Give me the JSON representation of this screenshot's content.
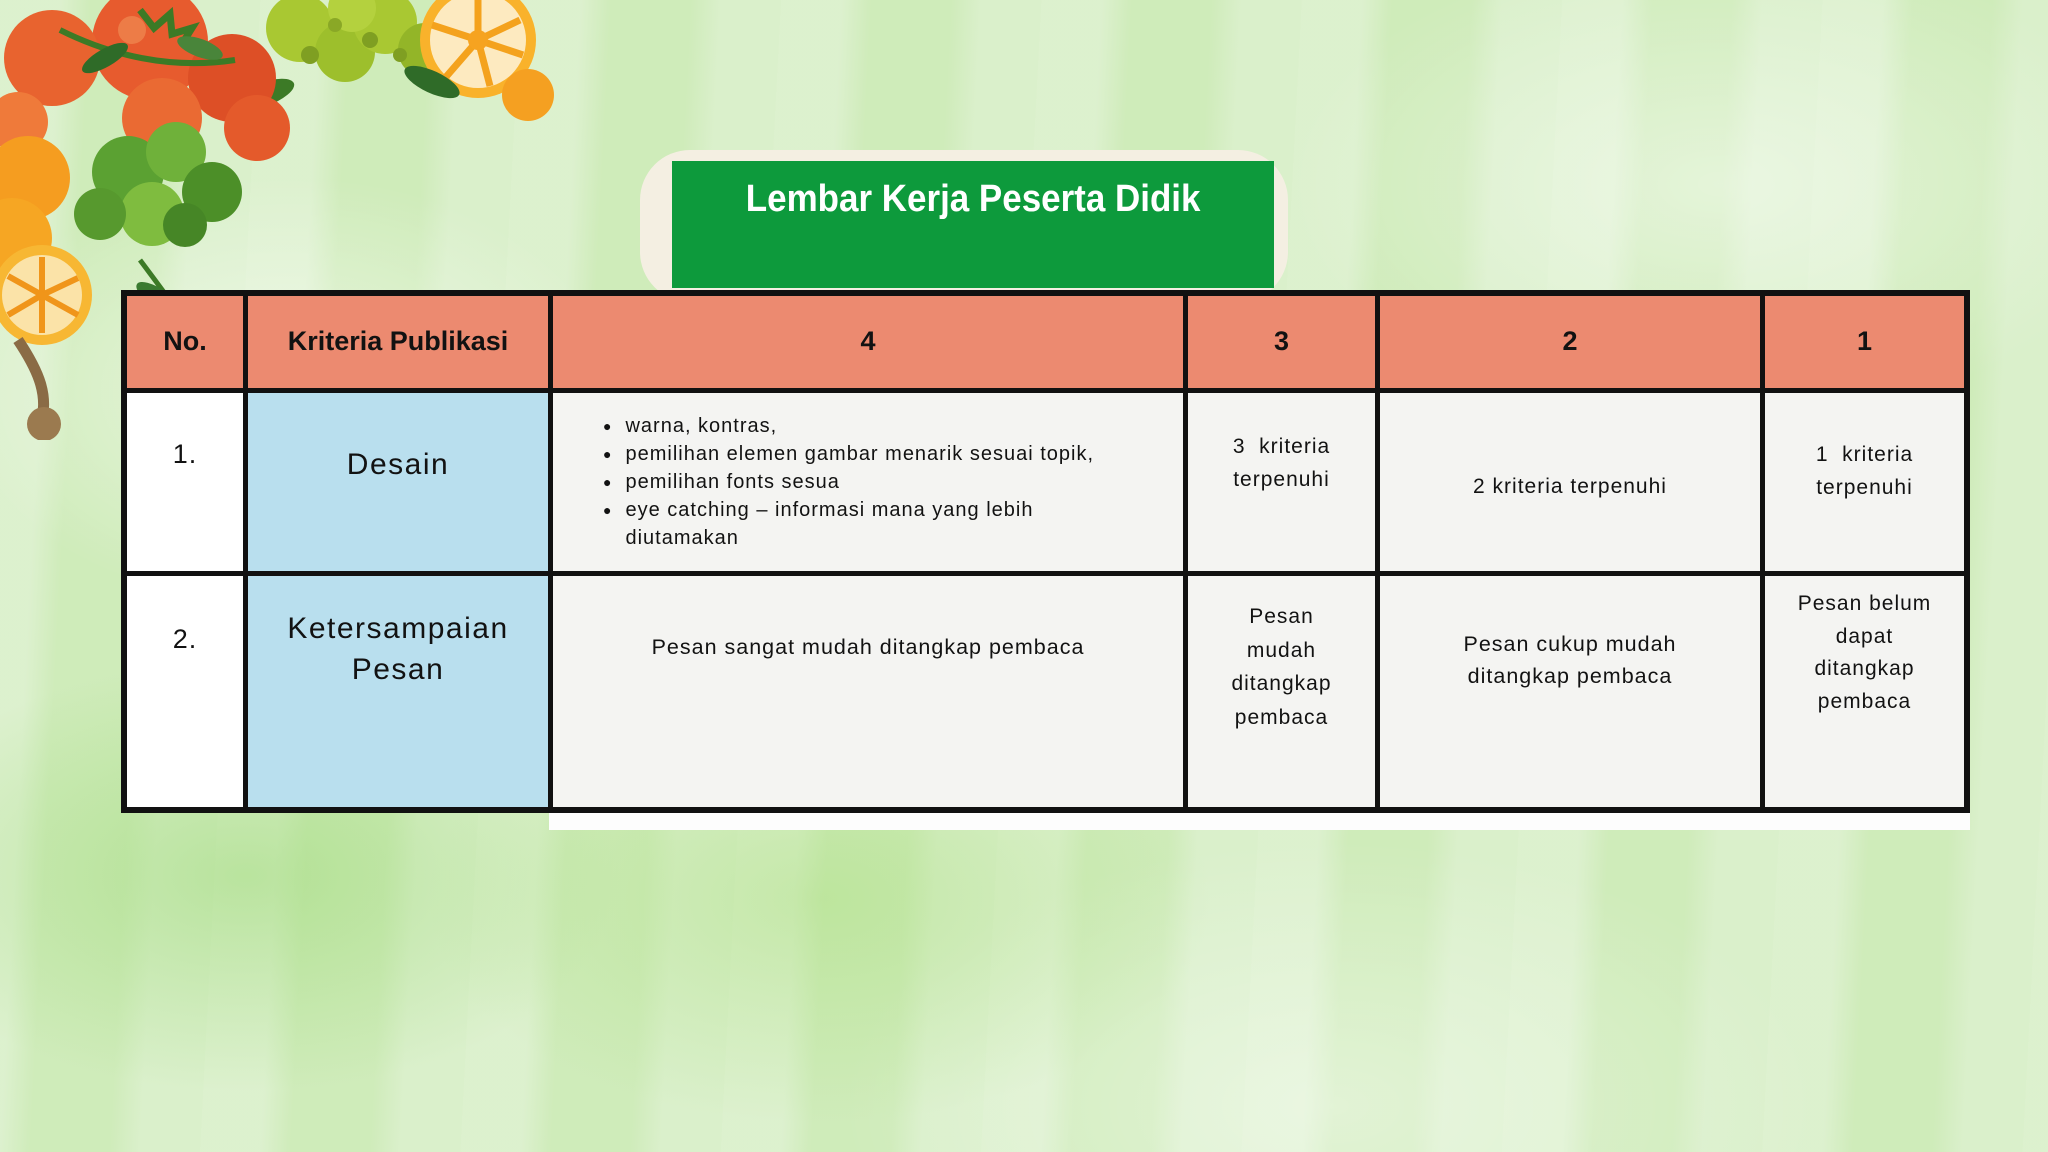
{
  "title": {
    "text": "Lembar Kerja Peserta Didik"
  },
  "table": {
    "bullet_char": "●",
    "header": {
      "columns": [
        "No.",
        "Kriteria Publikasi",
        "4",
        "3",
        "2",
        "1"
      ]
    },
    "rows": [
      {
        "no": "1.",
        "kriteria": "Desain",
        "score4_bullets": [
          "warna, kontras,",
          "pemilihan elemen gambar menarik sesuai topik,",
          "pemilihan fonts sesua",
          "eye catching – informasi mana yang lebih diutamakan"
        ],
        "score3": "3  kriteria\nterpenuhi",
        "score2": "2 kriteria terpenuhi",
        "score1": "1  kriteria\nterpenuhi"
      },
      {
        "no": "2.",
        "kriteria": "Ketersampaian\nPesan",
        "score4": "Pesan sangat mudah ditangkap pembaca",
        "score3": "Pesan\nmudah\nditangkap\npembaca",
        "score2": "Pesan cukup mudah\nditangkap pembaca",
        "score1": "Pesan belum\ndapat\nditangkap\npembaca"
      }
    ]
  },
  "decoration": {
    "label": "fruits-and-vegetables"
  },
  "colors": {
    "title_green": "#0d9a3c",
    "header_salmon": "#ec8a70",
    "kriteria_blue": "#b9dfee",
    "cell_gray": "#f4f4f2",
    "table_border": "#111111",
    "bg_green": "#d6eec5",
    "tomato": "#e45a2b",
    "orange": "#f5a021",
    "leaf_dark": "#2f6b28",
    "leaf_mid": "#5ba132",
    "romanesco": "#a9c832"
  }
}
